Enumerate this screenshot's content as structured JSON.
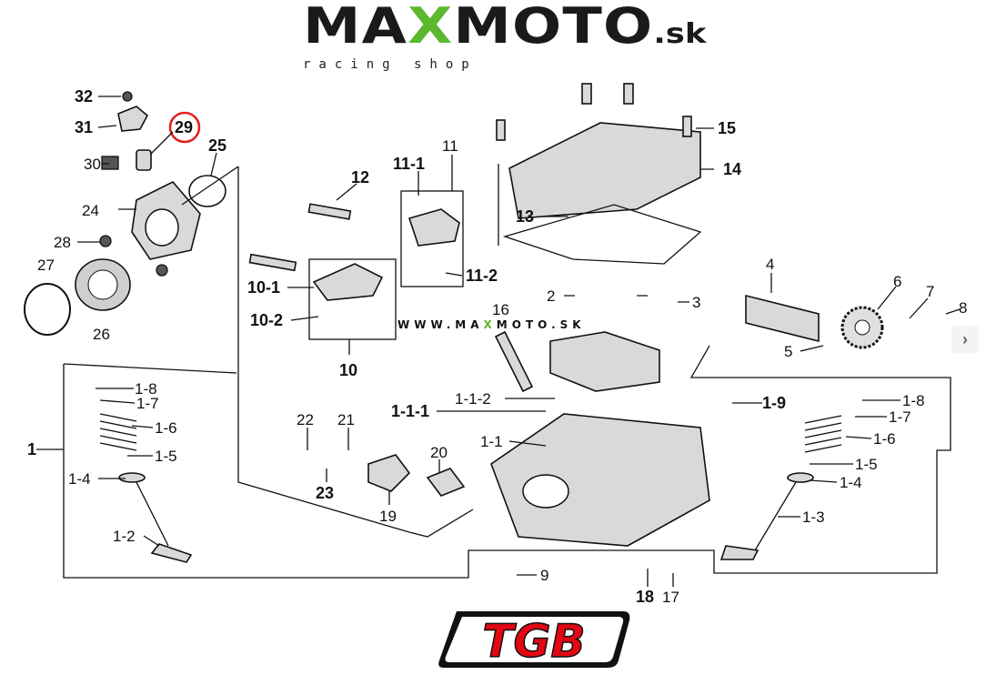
{
  "header": {
    "logo_pre": "MA",
    "logo_x": "X",
    "logo_post": "MOTO",
    "logo_tld": ".sk",
    "tagline": "racing shop"
  },
  "watermark": {
    "pre": "WWW.MA",
    "x": "X",
    "post": "MOTO.SK"
  },
  "highlight_color": "#e02020",
  "brand_color": "#e30613",
  "footer_logo": "TGB",
  "labels": {
    "p32": "32",
    "p31": "31",
    "p29": "29",
    "p30": "30",
    "p25": "25",
    "p24": "24",
    "p28": "28",
    "p27": "27",
    "p26": "26",
    "p12": "12",
    "p11": "11",
    "p11_1": "11-1",
    "p11_2": "11-2",
    "p10_1": "10-1",
    "p10_2": "10-2",
    "p10": "10",
    "p13": "13",
    "p14": "14",
    "p15": "15",
    "p2": "2",
    "p3": "3",
    "p4": "4",
    "p6": "6",
    "p7": "7",
    "p8": "8",
    "p5": "5",
    "p16": "16",
    "p1_1_1": "1-1-1",
    "p1_1_2": "1-1-2",
    "p1_9": "1-9",
    "p1_1": "1-1",
    "l1_8": "1-8",
    "l1_7": "1-7",
    "l1_6": "1-6",
    "l1_5": "1-5",
    "l1_4": "1-4",
    "l1_2": "1-2",
    "p1": "1",
    "p22": "22",
    "p21": "21",
    "p20": "20",
    "p23": "23",
    "p19": "19",
    "p9": "9",
    "p18": "18",
    "p17": "17",
    "r1_8": "1-8",
    "r1_7": "1-7",
    "r1_6": "1-6",
    "r1_5": "1-5",
    "r1_4": "1-4",
    "r1_3": "1-3"
  },
  "nav": {
    "next": "›"
  }
}
